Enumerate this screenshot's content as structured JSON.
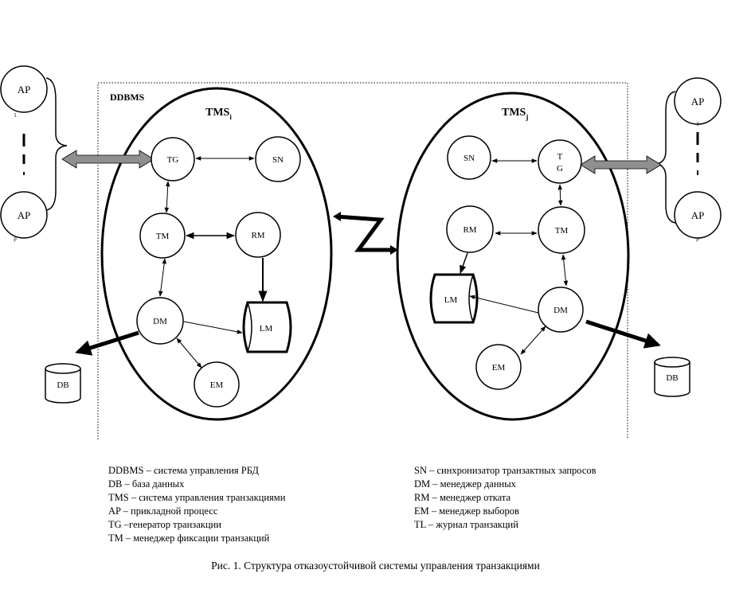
{
  "diagram": {
    "system_label": "DDBMS",
    "left": {
      "tms": "TMS",
      "tms_sub": "i",
      "nodes": {
        "tg": "TG",
        "sn": "SN",
        "tm": "TM",
        "rm": "RM",
        "dm": "DM",
        "lm": "LM",
        "em": "EM"
      },
      "db": "DB",
      "ap_top": "AP",
      "ap_top_sub": "1",
      "ap_bottom": "AP",
      "ap_bottom_sub": "p"
    },
    "right": {
      "tms": "TMS",
      "tms_sub": "j",
      "nodes": {
        "tg_line1": "T",
        "tg_line2": "G",
        "sn": "SN",
        "tm": "TM",
        "rm": "RM",
        "dm": "DM",
        "lm": "LM",
        "em": "EM"
      },
      "db": "DB",
      "ap_top": "AP",
      "ap_top_sub": "1",
      "ap_bottom": "AP",
      "ap_bottom_sub": "p"
    }
  },
  "legend": {
    "left": [
      "DDBMS – система управления РБД",
      "DB – база данных",
      "TMS – система управления транзакциями",
      "AP – прикладной процесс",
      "TG –генератор транзакции",
      "TM – менеджер фиксации транзакций"
    ],
    "right": [
      "SN – синхронизатор транзактных запросов",
      "DM – менеджер данных",
      "RM – менеджер отката",
      "EM – менеджер выборов",
      "TL – журнал транзакций"
    ]
  },
  "caption": "Рис. 1. Структура отказоустойчивой системы управления транзакциями"
}
